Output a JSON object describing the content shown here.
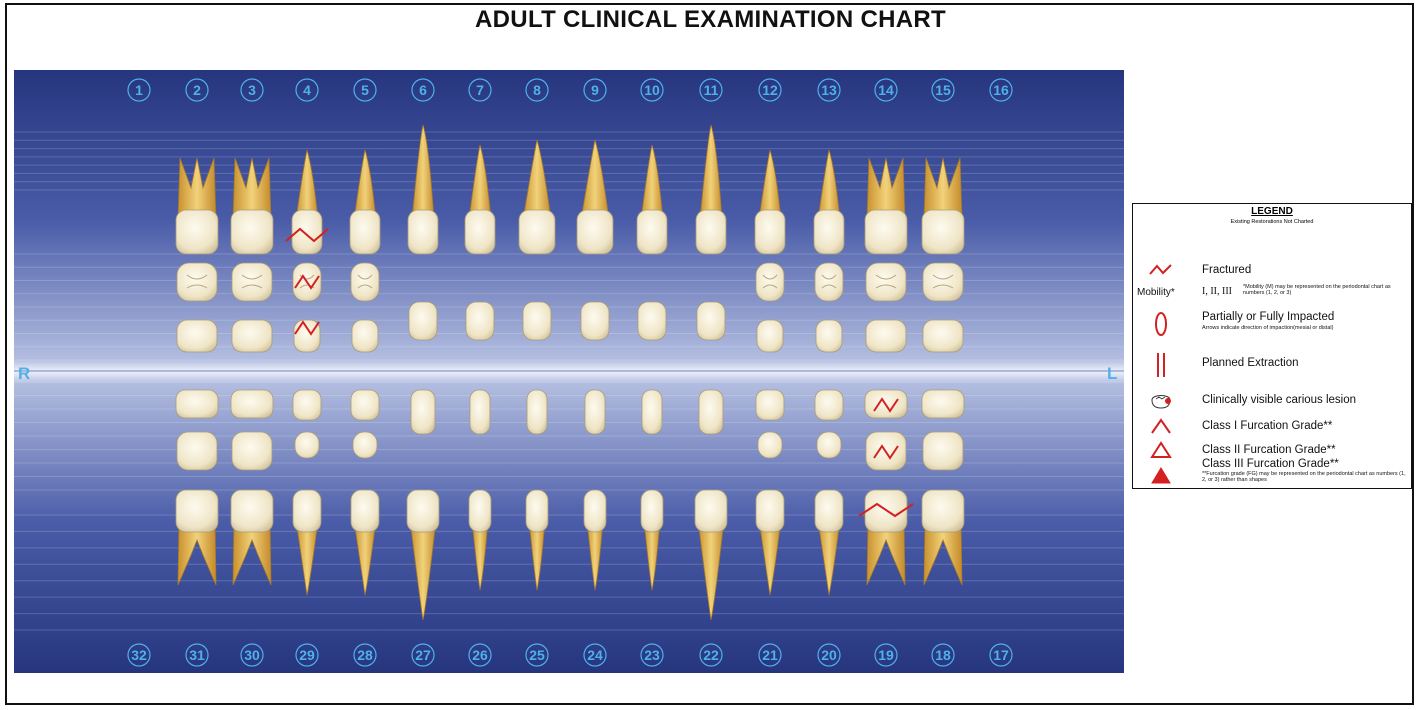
{
  "title": "ADULT CLINICAL EXAMINATION CHART",
  "side_labels": {
    "right": "R",
    "left": "L"
  },
  "upper_numbers": [
    "1",
    "2",
    "3",
    "4",
    "5",
    "6",
    "7",
    "8",
    "9",
    "10",
    "11",
    "12",
    "13",
    "14",
    "15",
    "16"
  ],
  "lower_numbers": [
    "32",
    "31",
    "30",
    "29",
    "28",
    "27",
    "26",
    "25",
    "24",
    "23",
    "22",
    "21",
    "20",
    "19",
    "18",
    "17"
  ],
  "colors": {
    "panel_dark": "#26357e",
    "tooth_number": "#4fb1ea",
    "annotation": "#d42020",
    "tooth": "#f2ead2",
    "root": "#e3b74f"
  },
  "fracture_marks": [
    "4",
    "19"
  ],
  "legend": {
    "title": "LEGEND",
    "subtitle": "Existing Restorations Not Charted",
    "items": [
      {
        "icon": "fracture-icon",
        "label": "Fractured"
      },
      {
        "icon": "mobility-text",
        "prefix": "Mobility*",
        "label": "I, II, III",
        "note": "*Mobility (M) may be represented on the periodontal chart as numbers (1, 2, or 3)"
      },
      {
        "icon": "impacted-oval-icon",
        "label": "Partially or Fully Impacted",
        "note": "Arrows indicate direction of impaction(mesial or distal)"
      },
      {
        "icon": "extraction-lines-icon",
        "label": "Planned Extraction"
      },
      {
        "icon": "carious-lesion-icon",
        "label": "Clinically visible carious lesion"
      },
      {
        "icon": "furcation-class1-icon",
        "label": "Class I Furcation Grade**"
      },
      {
        "icon": "furcation-class2-icon",
        "label": "Class II Furcation Grade**"
      },
      {
        "icon": "furcation-class3-icon",
        "label": "Class III Furcation Grade**",
        "note": "**Furcation grade (FG) may be represented on the periodontal chart as numbers (1, 2, or 3) rather than shapes"
      }
    ]
  }
}
